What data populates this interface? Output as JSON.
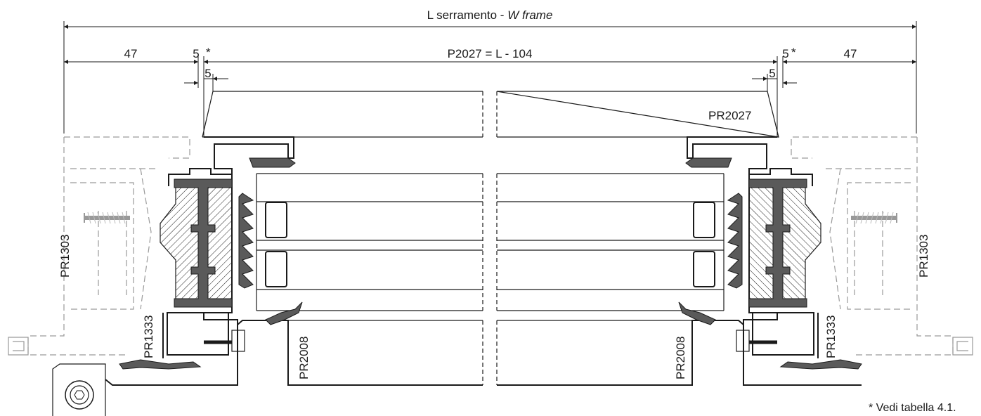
{
  "dimensions": {
    "overall": "L serramento - ",
    "overall_italic": "W frame",
    "left_outer": "47",
    "right_outer": "47",
    "left_gap_star": "5",
    "right_gap_star": "5",
    "star": "*",
    "center": "P2027 = L - 104",
    "left_inner": "5",
    "right_inner": "5"
  },
  "labels": {
    "top_profile": "PR2027",
    "left_frame": "PR1303",
    "right_frame": "PR1303",
    "left_sub": "PR1333",
    "right_sub": "PR1333",
    "left_bottom": "PR2008",
    "right_bottom": "PR2008"
  },
  "note": "* Vedi tabella 4.1."
}
